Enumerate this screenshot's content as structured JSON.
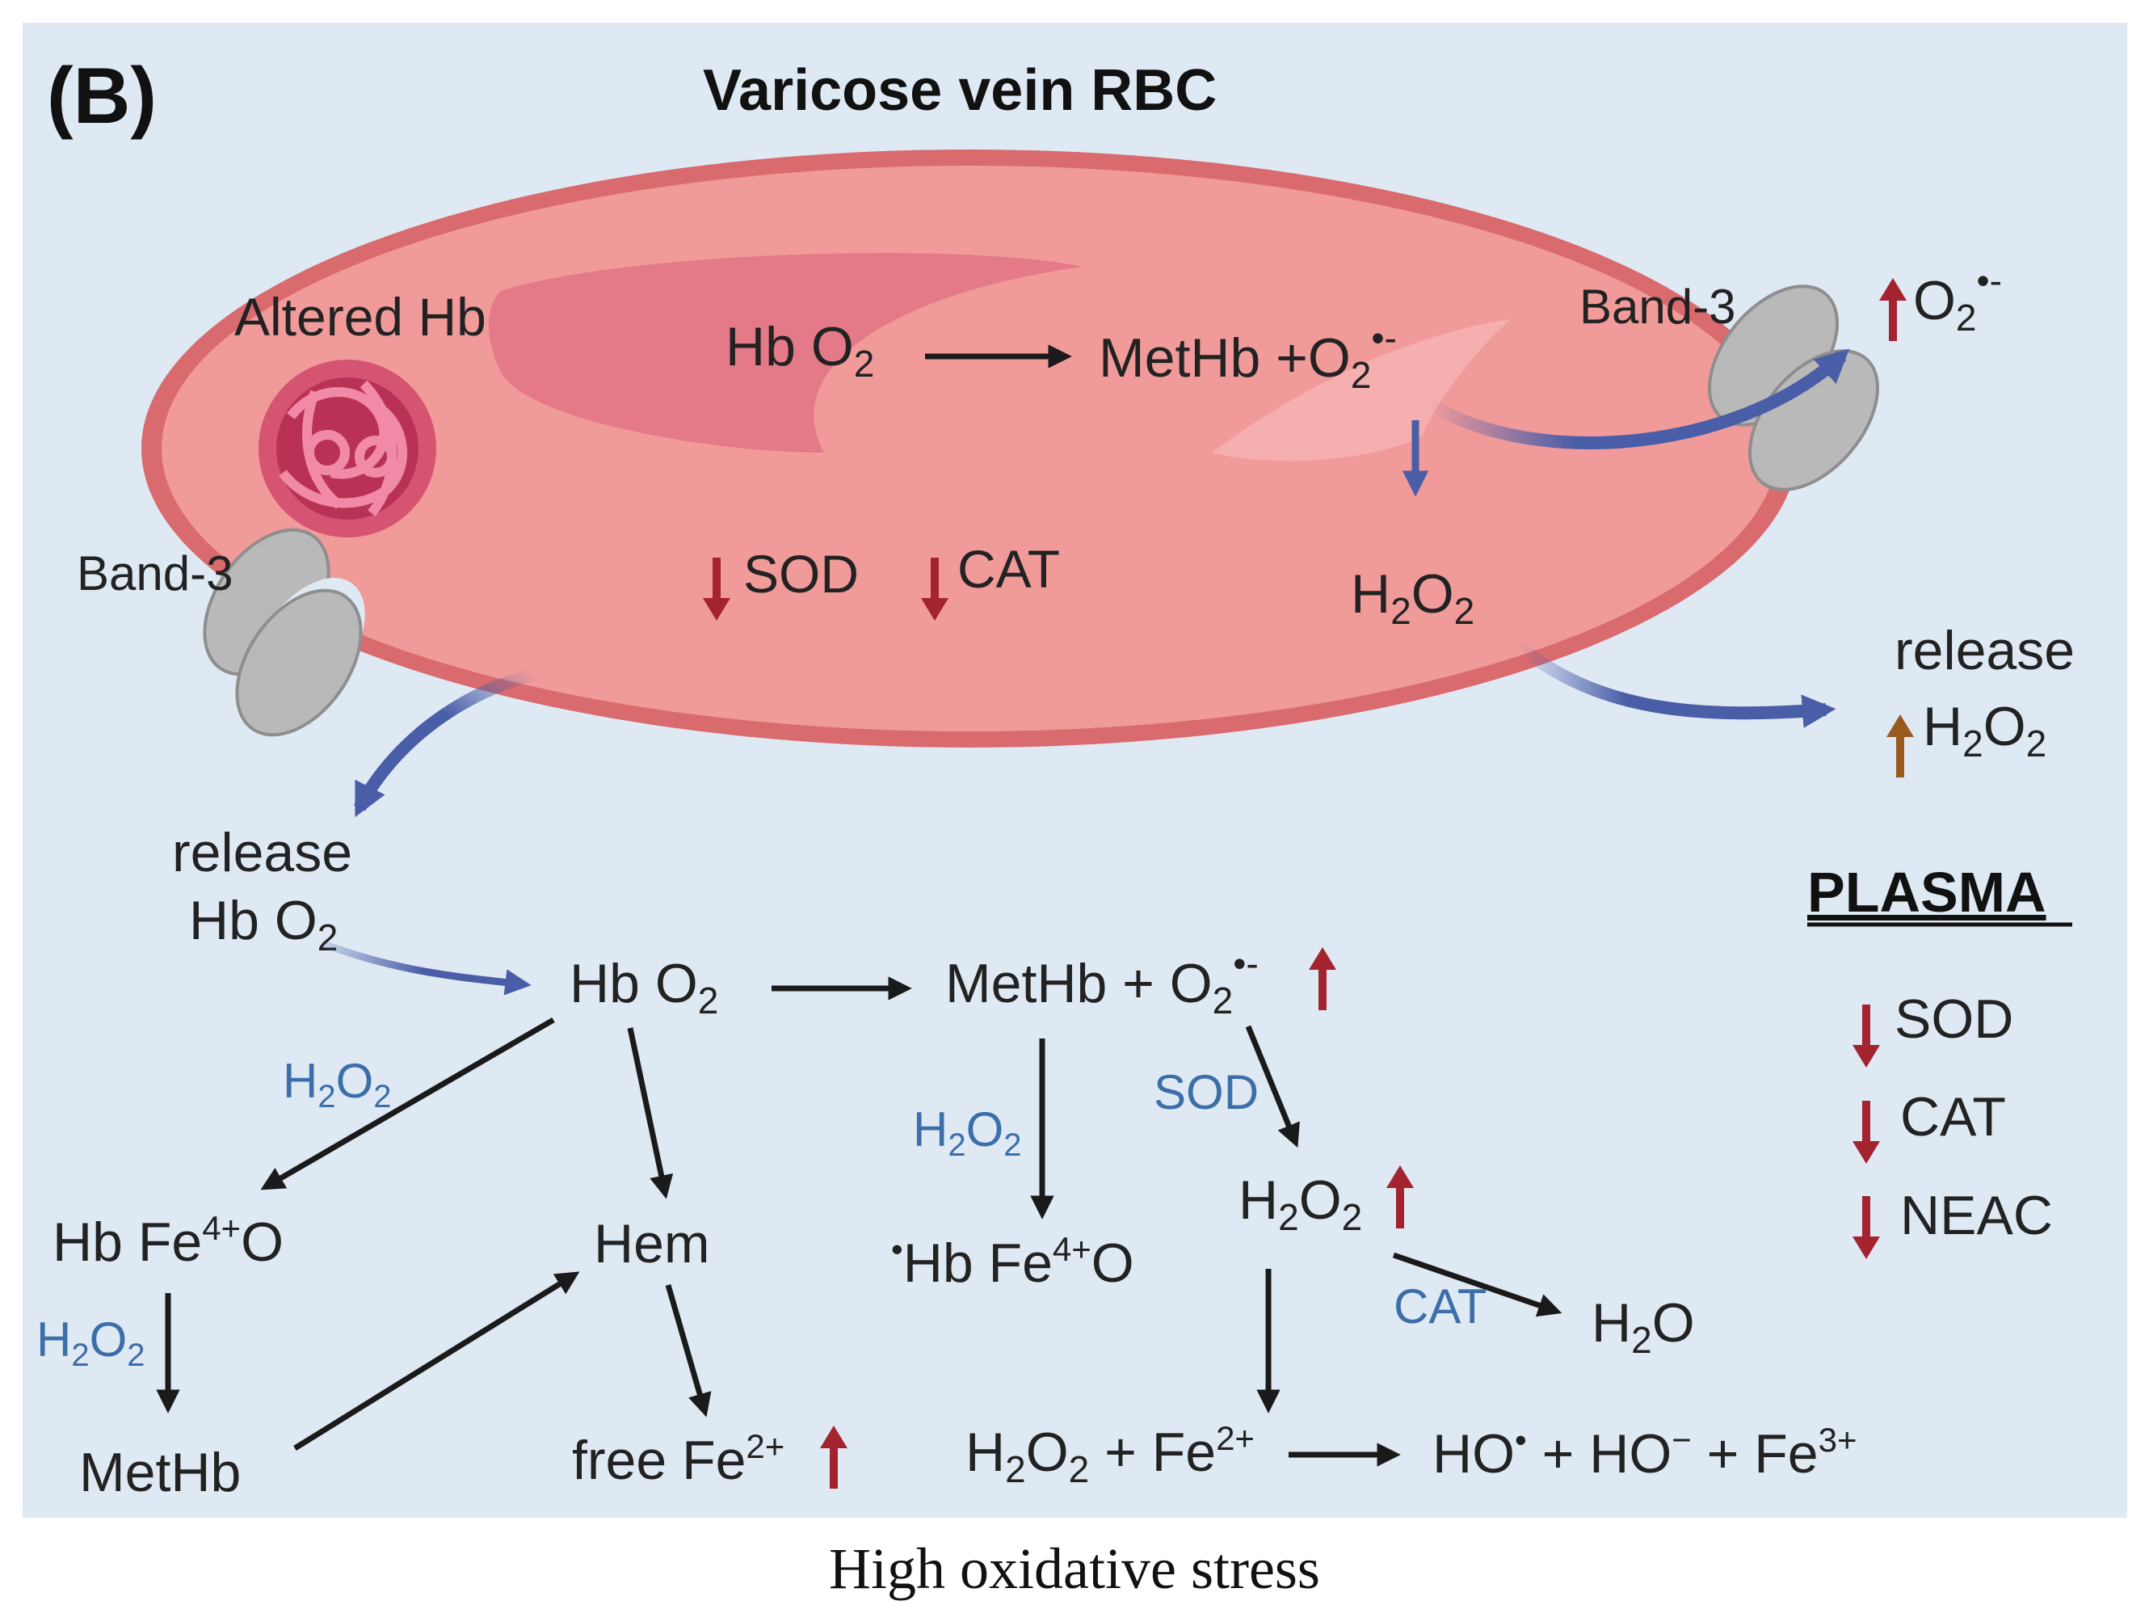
{
  "panel_label": "(B)",
  "title": "Varicose vein RBC",
  "caption": "High oxidative stress",
  "colors": {
    "background": "#dfe9f3",
    "rbc_fill": "#f19a9a",
    "rbc_rim": "#d66a6a",
    "rbc_core": "#e27585",
    "arrow_black": "#1a1a1a",
    "arrow_blue": "#4a5ea8",
    "arrow_red": "#a3232f",
    "arrow_brown": "#9a5a1e",
    "enzyme_blue": "#3c6eaa",
    "band3_gray": "#b9b9b9"
  },
  "rbc": {
    "altered_hb": "Altered Hb",
    "band3_left": "Band-3",
    "band3_right": "Band-3",
    "hbo2": "Hb O",
    "methb": "MetHb +O",
    "sod": "SOD",
    "cat": "CAT",
    "h2o2": "H",
    "hemoglobin_icon": "hemoglobin-protein-icon"
  },
  "outside": {
    "o2_radical": "O",
    "release_right": "release",
    "h2o2_right": "H",
    "release_left_1": "release",
    "release_left_2": "Hb O"
  },
  "plasma": {
    "heading": "PLASMA",
    "items": [
      "SOD",
      "CAT",
      "NEAC"
    ]
  },
  "pathway": {
    "hbo2": "Hb O",
    "methb_o2": "MetHb + O",
    "h2o2_label_1": "H",
    "hb_fe4o_left": "Hb Fe",
    "hem": "Hem",
    "h2o2_label_2": "H",
    "hb_fe4o_mid": "Hb Fe",
    "sod_label": "SOD",
    "h2o2_mid": "H",
    "cat_label": "CAT",
    "h2o_product": "H",
    "h2o2_label_3": "H",
    "methb_bottom": "MetHb",
    "free_fe": "free Fe",
    "fenton_left": "H",
    "fenton_right": "HO"
  }
}
